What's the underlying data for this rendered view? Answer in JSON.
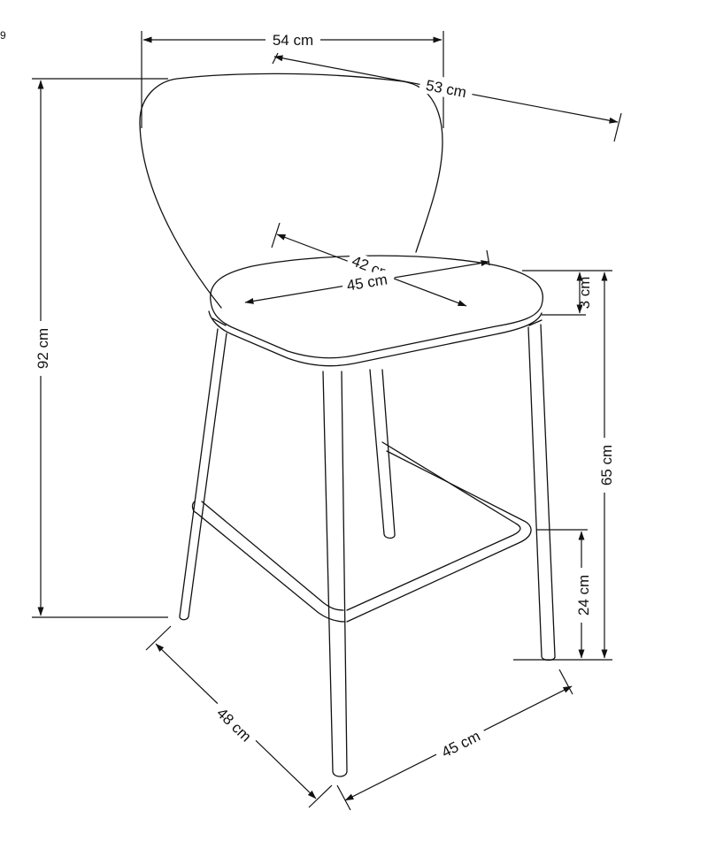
{
  "corner_mark": "9",
  "dimensions": {
    "top_width": "54 cm",
    "back_width": "53 cm",
    "seat_depth": "42 cm",
    "seat_width": "45 cm",
    "seat_thickness": "3 cm",
    "total_height": "92 cm",
    "seat_height": "65 cm",
    "footrest_height": "24 cm",
    "base_depth": "48 cm",
    "base_width": "45 cm"
  },
  "colors": {
    "line": "#111111",
    "background": "#ffffff"
  }
}
